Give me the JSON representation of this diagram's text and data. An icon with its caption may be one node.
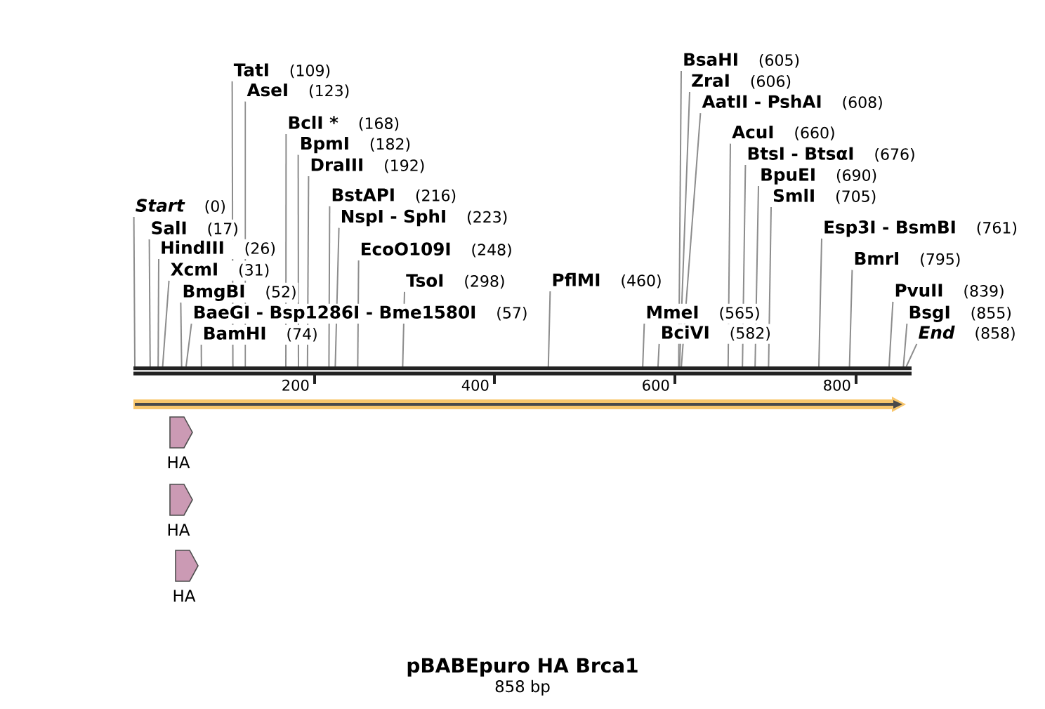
{
  "diagram": {
    "title": "pBABEpuro HA Brca1",
    "nodes": [
      {
        "text": [
          "Start",
          "(0)"
        ]
      },
      {
        "text": [
          "SalI",
          "(17)"
        ]
      },
      {
        "text": [
          "HindIII",
          "(26)"
        ]
      },
      {
        "text": [
          "XcmI",
          "(31)"
        ]
      },
      {
        "text": [
          "BmgBI",
          "(52)"
        ]
      },
      {
        "text": [
          "BaeGI - Bsp1286I - Bme1580I",
          "(57)"
        ]
      },
      {
        "text": [
          "BamHI",
          "(74)"
        ]
      },
      {
        "text": [
          "TatI",
          "(109)"
        ]
      },
      {
        "text": [
          "AseI",
          "(123)"
        ]
      },
      {
        "text": [
          "BclI *",
          "(168)"
        ]
      },
      {
        "text": [
          "BpmI",
          "(182)"
        ]
      },
      {
        "text": [
          "DraIII",
          "(192)"
        ]
      },
      {
        "text": [
          "BstAPI",
          "(216)"
        ]
      },
      {
        "text": [
          "NspI - SphI",
          "(223)"
        ]
      },
      {
        "text": [
          "EcoO109I",
          "(248)"
        ]
      },
      {
        "text": [
          "TsoI",
          "(298)"
        ]
      },
      {
        "text": [
          "PflMI",
          "(460)"
        ]
      },
      {
        "text": [
          "MmeI",
          "(565)"
        ]
      },
      {
        "text": [
          "BciVI",
          "(582)"
        ]
      },
      {
        "text": [
          "BsaHI",
          "(605)"
        ]
      },
      {
        "text": [
          "ZraI",
          "(606)"
        ]
      },
      {
        "text": [
          "AatII - PshAI",
          "(608)"
        ]
      },
      {
        "text": [
          "AcuI",
          "(660)"
        ]
      },
      {
        "text": [
          "BtsI - BtsαI",
          "(676)"
        ]
      },
      {
        "text": [
          "BpuEI",
          "(690)"
        ]
      },
      {
        "text": [
          "SmlI",
          "(705)"
        ]
      },
      {
        "text": [
          "Esp3I - BsmBI",
          "(761)"
        ]
      },
      {
        "text": [
          "BmrI",
          "(795)"
        ]
      },
      {
        "text": [
          "PvuII",
          "(839)"
        ]
      },
      {
        "text": [
          "BsgI",
          "(855)"
        ]
      },
      {
        "text": [
          "End",
          "(858)"
        ]
      },
      {
        "text": [],
        "shape": "bar"
      },
      {
        "text": [],
        "shape": "bar"
      },
      {
        "text": [
          "HA"
        ]
      },
      {
        "text": [
          "HA"
        ]
      },
      {
        "text": [
          "HA"
        ]
      }
    ],
    "edges": [
      {
        "from": 0,
        "to": 31,
        "arrow": "none"
      },
      {
        "from": 1,
        "to": 31,
        "arrow": "none"
      },
      {
        "from": 2,
        "to": 31,
        "arrow": "none"
      },
      {
        "from": 3,
        "to": 31,
        "arrow": "none"
      },
      {
        "from": 4,
        "to": 31,
        "arrow": "none"
      },
      {
        "from": 5,
        "to": 31,
        "arrow": "none"
      },
      {
        "from": 6,
        "to": 31,
        "arrow": "none"
      },
      {
        "from": 7,
        "to": 31,
        "arrow": "none"
      },
      {
        "from": 8,
        "to": 31,
        "arrow": "none"
      },
      {
        "from": 9,
        "to": 31,
        "arrow": "none"
      },
      {
        "from": 10,
        "to": 31,
        "arrow": "none"
      },
      {
        "from": 11,
        "to": 31,
        "arrow": "none"
      },
      {
        "from": 12,
        "to": 31,
        "arrow": "none"
      },
      {
        "from": 13,
        "to": 31,
        "arrow": "none"
      },
      {
        "from": 14,
        "to": 31,
        "arrow": "none"
      },
      {
        "from": 15,
        "to": 31,
        "arrow": "none"
      },
      {
        "from": 16,
        "to": 31,
        "arrow": "none"
      },
      {
        "from": 17,
        "to": 31,
        "arrow": "none"
      },
      {
        "from": 18,
        "to": 31,
        "arrow": "none"
      },
      {
        "from": 19,
        "to": 31,
        "arrow": "none"
      },
      {
        "from": 20,
        "to": 31,
        "arrow": "none"
      },
      {
        "from": 21,
        "to": 31,
        "arrow": "none"
      },
      {
        "from": 22,
        "to": 31,
        "arrow": "none"
      },
      {
        "from": 23,
        "to": 31,
        "arrow": "none"
      },
      {
        "from": 24,
        "to": 31,
        "arrow": "none"
      },
      {
        "from": 25,
        "to": 31,
        "arrow": "none"
      },
      {
        "from": 26,
        "to": 31,
        "arrow": "none"
      },
      {
        "from": 27,
        "to": 31,
        "arrow": "none"
      },
      {
        "from": 28,
        "to": 31,
        "arrow": "none"
      },
      {
        "from": 29,
        "to": 31,
        "arrow": "none"
      },
      {
        "from": 30,
        "to": 31,
        "arrow": "none"
      }
    ],
    "labels": [
      "200",
      "400",
      "600",
      "800",
      "858 bp"
    ]
  }
}
